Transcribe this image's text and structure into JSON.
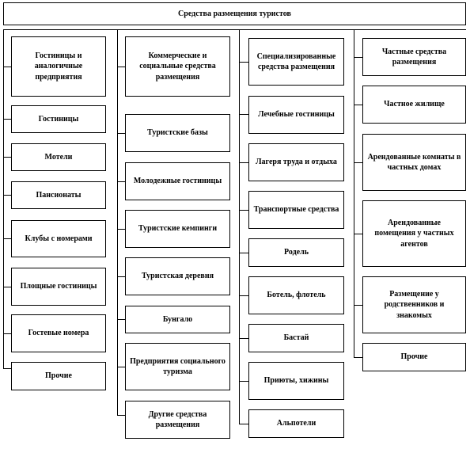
{
  "root": "Средства размещения туристов",
  "col1": [
    "Гостиницы и аналогичные предприятия",
    "Гостиницы",
    "Мотели",
    "Пансионаты",
    "Клубы с номерами",
    "Площные гостиницы",
    "Гостевые номера",
    "Прочие"
  ],
  "col2": [
    "Коммерческие и социальные средства размещения",
    "Туристские базы",
    "Молодежные гостиницы",
    "Туристские кемпинги",
    "Туристская деревня",
    "Бунгало",
    "Предприятия социального туризма",
    "Другие средства размещения"
  ],
  "col3": [
    "Специализированные средства размещения",
    "Лечебные гостиницы",
    "Лагеря труда и отдыха",
    "Транспортные средства",
    "Родель",
    "Ботель, флотель",
    "Бастай",
    "Приюты, хижины",
    "Альпотели"
  ],
  "col4": [
    "Частные средства размещения",
    "Частное жилище",
    "Арендованные комнаты в частных домах",
    "Арендованные помещения у частных агентов",
    "Размещение у родственников и знакомых",
    "Прочие"
  ]
}
